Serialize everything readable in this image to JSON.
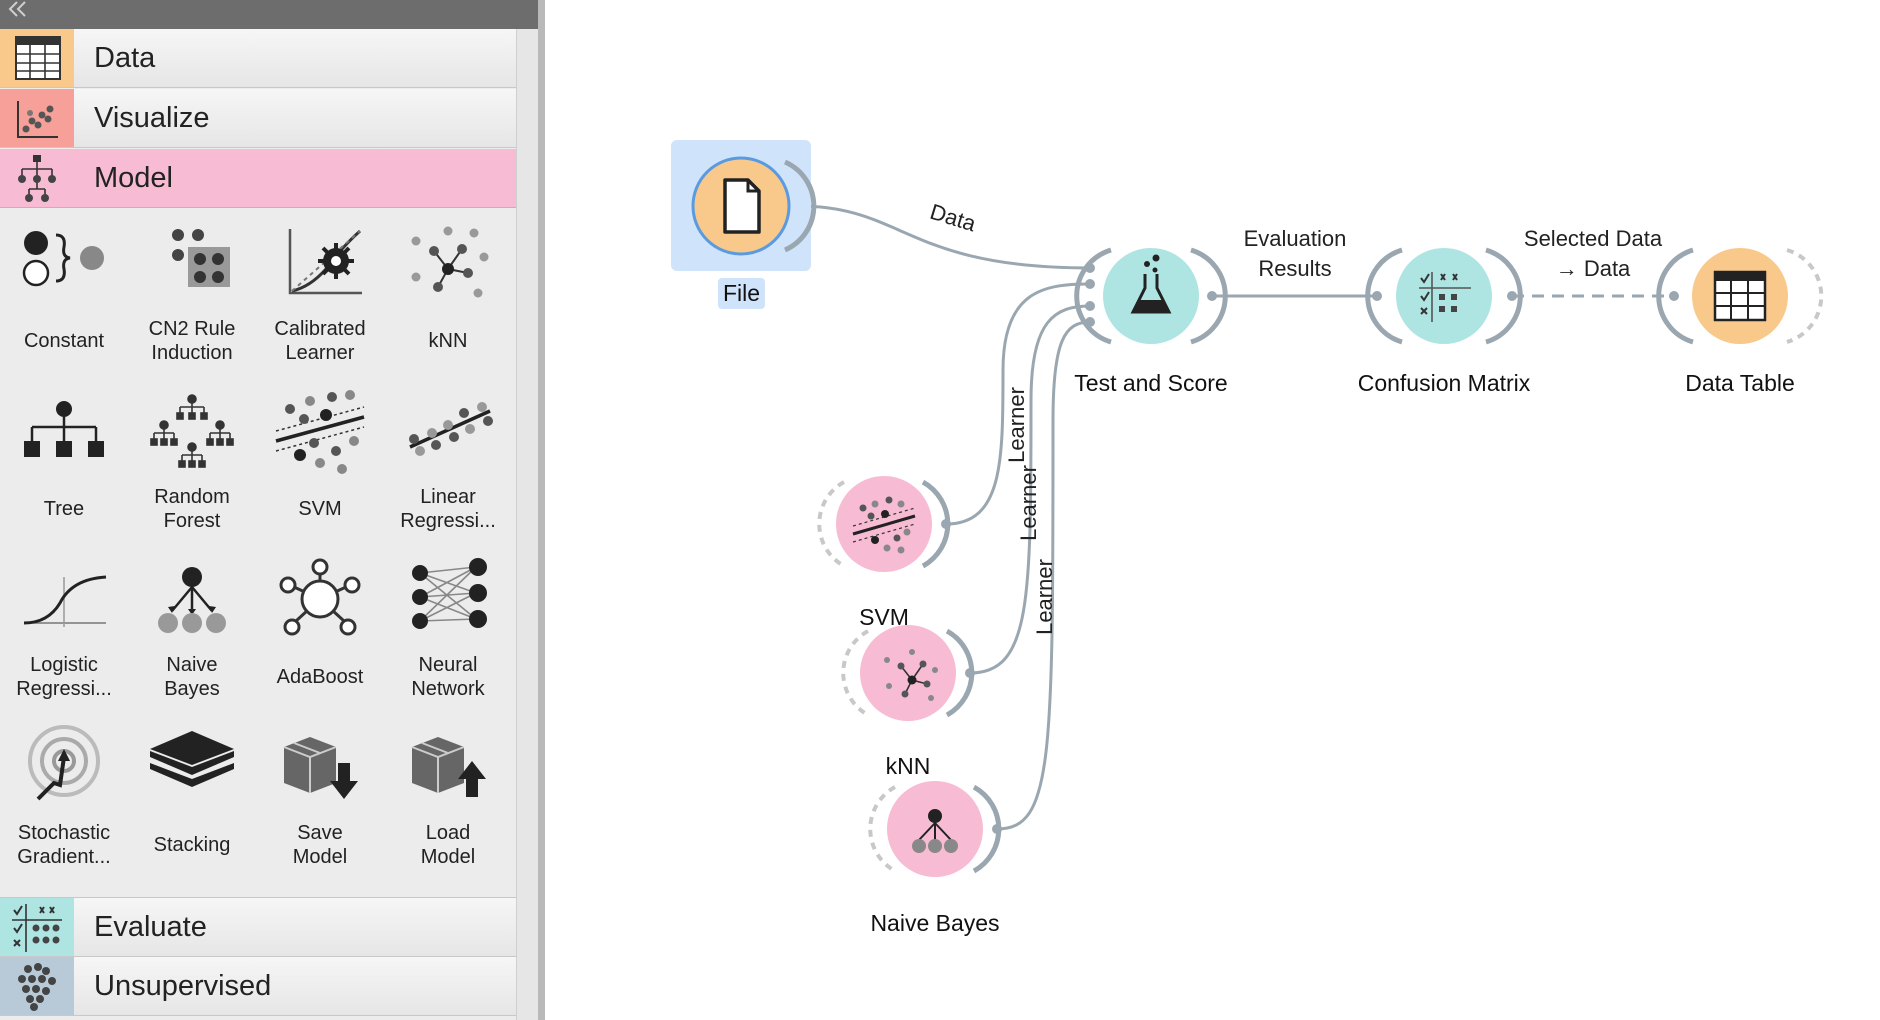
{
  "sidebar": {
    "categories_top": [
      {
        "label": "Data",
        "icon": "table-icon",
        "color": "#f9c98c"
      },
      {
        "label": "Visualize",
        "icon": "scatter-icon",
        "color": "#f7a09a"
      },
      {
        "label": "Model",
        "icon": "model-tree-icon",
        "color": "#f7bcd4"
      }
    ],
    "tools": [
      {
        "label": "Constant",
        "icon": "constant-icon"
      },
      {
        "label": "CN2 Rule Induction",
        "icon": "cn2-rule-icon"
      },
      {
        "label": "Calibrated Learner",
        "icon": "calibrated-learner-icon"
      },
      {
        "label": "kNN",
        "icon": "knn-icon"
      },
      {
        "label": "Tree",
        "icon": "tree-icon"
      },
      {
        "label": "Random Forest",
        "icon": "random-forest-icon"
      },
      {
        "label": "SVM",
        "icon": "svm-icon"
      },
      {
        "label": "Linear Regressi...",
        "icon": "linear-regression-icon"
      },
      {
        "label": "Logistic Regressi...",
        "icon": "logistic-regression-icon"
      },
      {
        "label": "Naive Bayes",
        "icon": "naive-bayes-icon"
      },
      {
        "label": "AdaBoost",
        "icon": "adaboost-icon"
      },
      {
        "label": "Neural Network",
        "icon": "neural-network-icon"
      },
      {
        "label": "Stochastic Gradient...",
        "icon": "sgd-icon"
      },
      {
        "label": "Stacking",
        "icon": "stacking-icon"
      },
      {
        "label": "Save Model",
        "icon": "save-model-icon"
      },
      {
        "label": "Load Model",
        "icon": "load-model-icon"
      }
    ],
    "categories_bottom": [
      {
        "label": "Evaluate",
        "icon": "evaluate-icon",
        "color": "#aee5e3"
      },
      {
        "label": "Unsupervised",
        "icon": "unsupervised-icon",
        "color": "#b8c9d8"
      }
    ]
  },
  "workflow": {
    "nodes": {
      "file": "File",
      "test_and_score": "Test and Score",
      "confusion_matrix": "Confusion Matrix",
      "data_table": "Data Table",
      "svm": "SVM",
      "knn": "kNN",
      "naive_bayes": "Naive Bayes"
    },
    "links": {
      "file_to_test": "Data",
      "test_to_cm_line1": "Evaluation",
      "test_to_cm_line2": "Results",
      "cm_to_table_line1": "Selected Data",
      "cm_to_table_line2": "→ Data",
      "learner": "Learner"
    },
    "colors": {
      "data_node": "#f9c98c",
      "model_node": "#f7bcd4",
      "evaluate_node": "#aee5e3",
      "selection": "#cfe3fb",
      "link": "#9aa7b0"
    }
  }
}
